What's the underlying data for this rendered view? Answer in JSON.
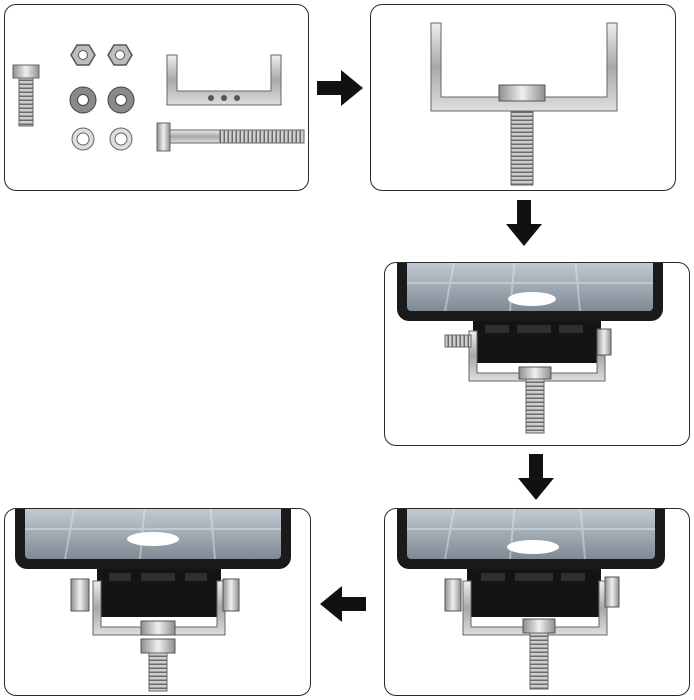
{
  "steps": [
    {
      "id": "step-1",
      "content": "hardware-parts"
    },
    {
      "id": "step-2",
      "content": "bracket-with-bolt"
    },
    {
      "id": "step-3",
      "content": "light-with-bracket-loose"
    },
    {
      "id": "step-4",
      "content": "light-with-bracket-nuts"
    },
    {
      "id": "step-5",
      "content": "light-assembled"
    }
  ],
  "arrows": [
    {
      "from": "step-1",
      "to": "step-2",
      "direction": "right"
    },
    {
      "from": "step-2",
      "to": "step-3",
      "direction": "down"
    },
    {
      "from": "step-3",
      "to": "step-4",
      "direction": "down"
    },
    {
      "from": "step-4",
      "to": "step-5",
      "direction": "left"
    }
  ],
  "colors": {
    "panel_border": "#2a2a2a",
    "arrow": "#111111",
    "metal": "#c4c4c4",
    "light_housing": "#1a1a1a",
    "lens": "#a9b3bd"
  }
}
